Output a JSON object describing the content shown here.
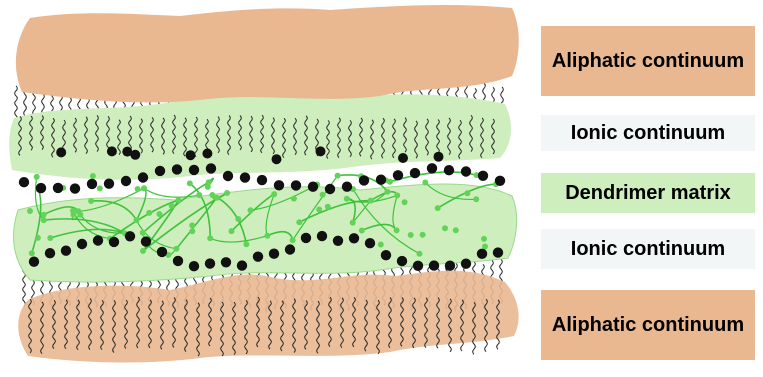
{
  "legend": {
    "aliphatic_top": "Aliphatic continuum",
    "ionic_top": "Ionic continuum",
    "dendrimer": "Dendrimer matrix",
    "ionic_bottom": "Ionic continuum",
    "aliphatic_bottom": "Aliphatic continuum"
  },
  "colors": {
    "aliphatic": "#e9b891",
    "ionic": "#f3f6f7",
    "dendrimer_fill": "#cfeebe",
    "dendrimer_strand": "#3fc23a",
    "dendrimer_node": "#62d359",
    "ion": "#111111",
    "chain": "#222222"
  }
}
